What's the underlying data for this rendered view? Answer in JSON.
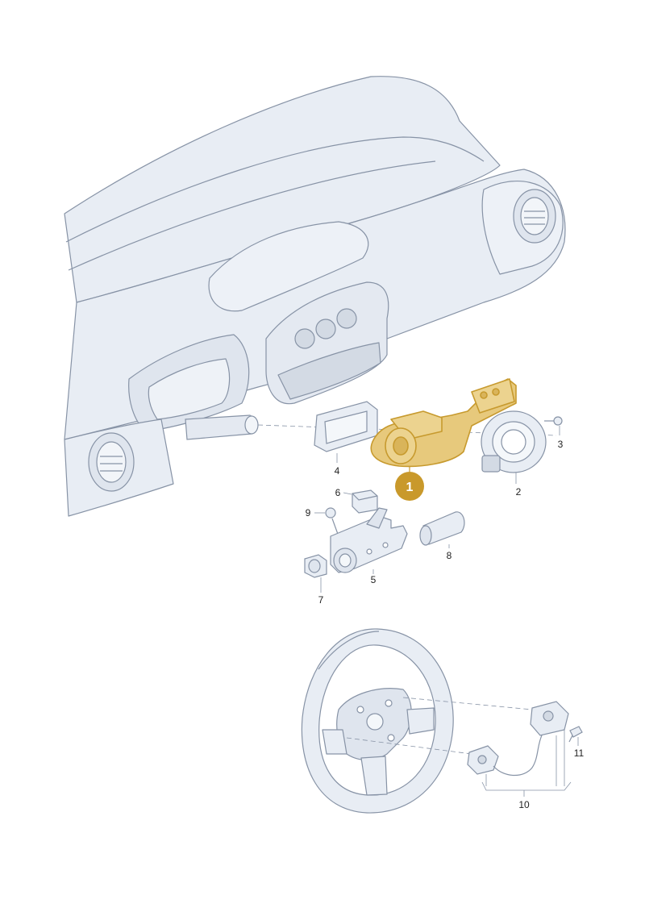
{
  "colors": {
    "line": "#8793a6",
    "fill": "#e8edf4",
    "fill_dark": "#d3dae4",
    "highlight": "#c79a2e",
    "highlight_fill": "#e7c97c",
    "highlight_badge": "#c9992b",
    "text": "#222222"
  },
  "highlighted_part": {
    "number": "1"
  },
  "callouts": {
    "p2": "2",
    "p3": "3",
    "p4": "4",
    "p5": "5",
    "p6": "6",
    "p7": "7",
    "p8": "8",
    "p9": "9",
    "p10": "10",
    "p11": "11"
  }
}
